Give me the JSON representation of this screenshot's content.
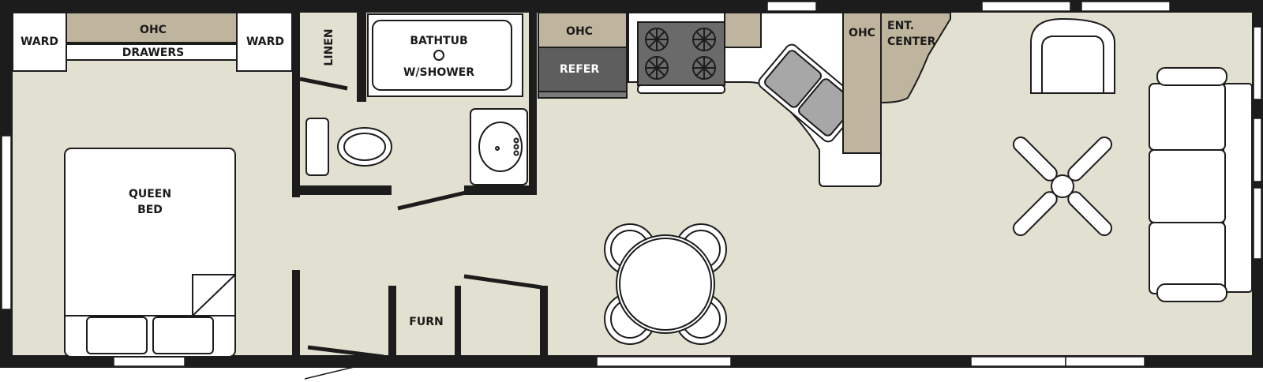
{
  "labels": {
    "ward_left": "WARD",
    "ward_right": "WARD",
    "ohc_bedroom": "OHC",
    "drawers": "DRAWERS",
    "linen": "LINEN",
    "bathtub_line1": "BATHTUB",
    "bathtub_line2": "W/SHOWER",
    "ohc_kitchen": "OHC",
    "refer": "REFER",
    "ohc_corner": "OHC",
    "ent_line1": "ENT.",
    "ent_line2": "CENTER",
    "queen_line1": "QUEEN",
    "queen_line2": "BED",
    "furn": "FURN"
  },
  "colors": {
    "floor": "#e1e0d1",
    "cabinet": "#bfb59e",
    "appliance": "#5e5e5e",
    "wall": "#1c1c1c"
  }
}
